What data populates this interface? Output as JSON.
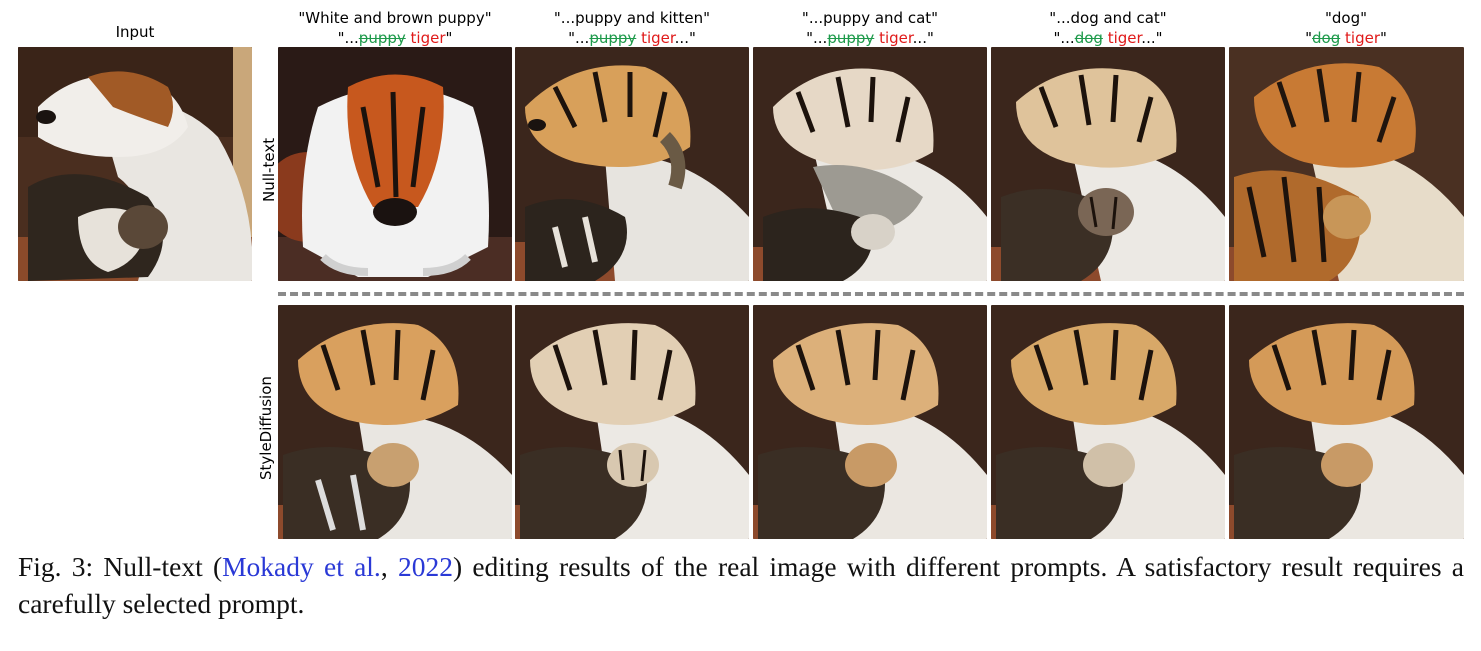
{
  "input_label": "Input",
  "columns": [
    {
      "line1": "\"White and brown puppy\"",
      "l2_pre": "\"...",
      "l2_strike": "puppy",
      "l2_tiger": "tiger",
      "l2_post": "\""
    },
    {
      "line1": "\"...puppy and kitten\"",
      "l2_pre": "\"...",
      "l2_strike": "puppy",
      "l2_tiger": "tiger",
      "l2_post": "...\""
    },
    {
      "line1": "\"...puppy and cat\"",
      "l2_pre": "\"...",
      "l2_strike": "puppy",
      "l2_tiger": "tiger",
      "l2_post": "...\""
    },
    {
      "line1": "\"...dog and cat\"",
      "l2_pre": "\"...",
      "l2_strike": "dog",
      "l2_tiger": "tiger",
      "l2_post": "...\""
    },
    {
      "line1": "\"dog\"",
      "l2_pre": "\"",
      "l2_strike": "dog",
      "l2_tiger": "tiger",
      "l2_post": "\""
    }
  ],
  "row_labels": {
    "top": "Null-text",
    "bottom": "StyleDiffusion"
  },
  "caption": {
    "prefix": "Fig. 3: Null-text (",
    "cite_author": "Mokady et al.",
    "cite_sep": ", ",
    "cite_year": "2022",
    "suffix": ") editing results of the real image with different prompts. A satisfactory result requires a carefully selected prompt."
  },
  "colors": {
    "strike": "#1e9a4b",
    "tiger": "#e01a1a",
    "citation": "#2a39d6"
  }
}
